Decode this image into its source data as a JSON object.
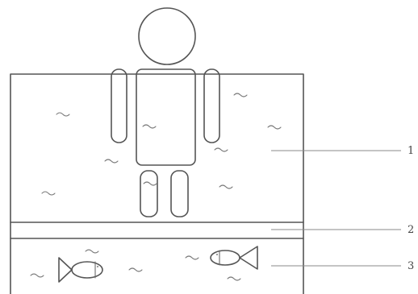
{
  "labels": [
    {
      "id": "label-1",
      "text": "1"
    },
    {
      "id": "label-2",
      "text": "2"
    },
    {
      "id": "label-3",
      "text": "3"
    }
  ],
  "colors": {
    "ink": "#555555",
    "background": "#ffffff"
  },
  "icons": [
    "person-figure",
    "fish-icon",
    "water-wave-icon"
  ]
}
